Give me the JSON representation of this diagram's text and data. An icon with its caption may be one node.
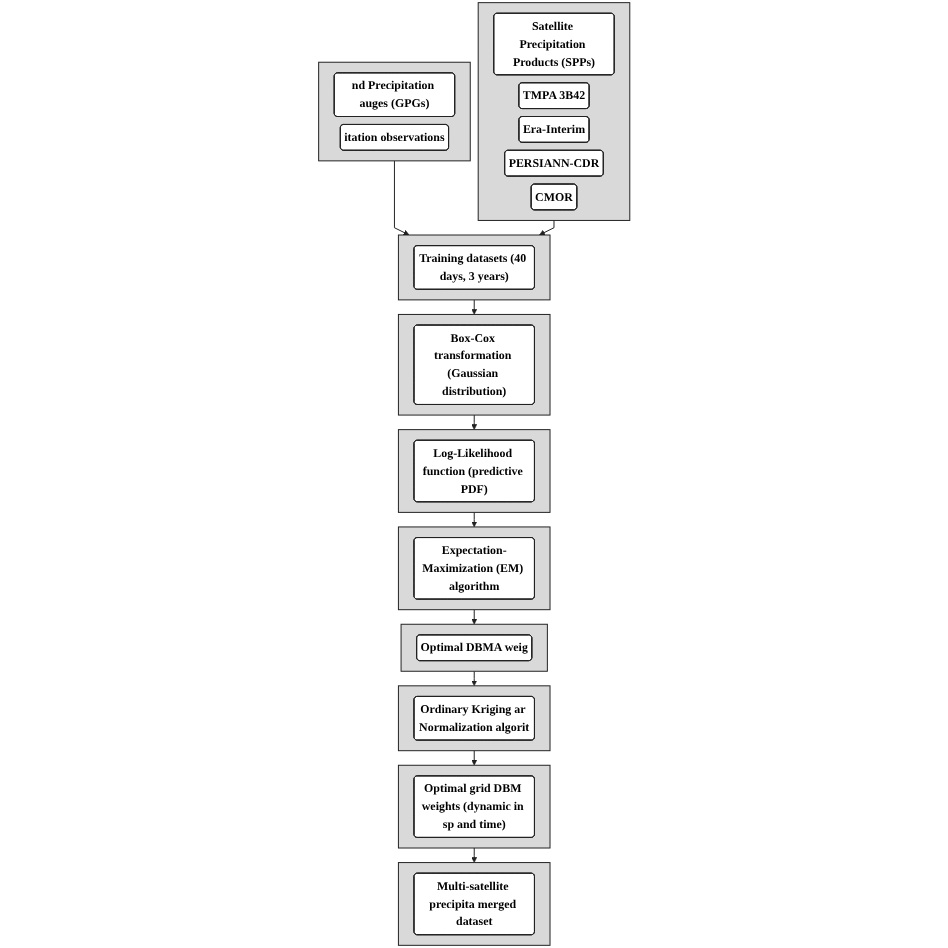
{
  "diagram": {
    "nodes": [
      {
        "text": [],
        "shape": "box"
      },
      {
        "text": [
          "nd Precipitation auges (GPGs)"
        ],
        "in": 0
      },
      {
        "text": [
          "itation observations"
        ],
        "in": 0
      },
      {
        "text": [],
        "shape": "box"
      },
      {
        "text": [
          "Satellite Precipitation Products (SPPs)"
        ],
        "in": 3
      },
      {
        "text": [
          "TMPA 3B42"
        ],
        "in": 3
      },
      {
        "text": [
          "Era-Interim"
        ],
        "in": 3
      },
      {
        "text": [
          "PERSIANN-CDR"
        ],
        "in": 3
      },
      {
        "text": [
          "CMOR"
        ],
        "in": 3
      },
      {
        "text": [],
        "shape": "box"
      },
      {
        "text": [
          "Training datasets (40 days, 3 years)"
        ],
        "in": 9
      },
      {
        "text": [],
        "shape": "box"
      },
      {
        "text": [
          "Box-Cox transformation (Gaussian distribution)"
        ],
        "in": 11
      },
      {
        "text": [],
        "shape": "box"
      },
      {
        "text": [
          "Log-Likelihood function (predictive PDF)"
        ],
        "in": 13
      },
      {
        "text": [],
        "shape": "box"
      },
      {
        "text": [
          "Expectation-Maximization (EM) algorithm"
        ],
        "in": 15
      },
      {
        "text": [],
        "shape": "box"
      },
      {
        "text": [
          "Optimal DBMA weig"
        ],
        "in": 17
      },
      {
        "text": [],
        "shape": "box"
      },
      {
        "text": [
          "Ordinary Kriging ar Normalization algorit"
        ],
        "in": 19
      },
      {
        "text": [],
        "shape": "box"
      },
      {
        "text": [
          "Optimal grid DBM weights (dynamic in sp and time)"
        ],
        "in": 21
      },
      {
        "text": [],
        "shape": "box"
      },
      {
        "text": [
          "Multi-satellite precipita merged dataset"
        ],
        "in": 23
      }
    ],
    "edges": [
      {
        "from": 0,
        "to": 9,
        "arrow": "to"
      },
      {
        "from": 3,
        "to": 9,
        "arrow": "to"
      },
      {
        "from": 9,
        "to": 11,
        "arrow": "to"
      },
      {
        "from": 11,
        "to": 13,
        "arrow": "to"
      },
      {
        "from": 13,
        "to": 15,
        "arrow": "to"
      },
      {
        "from": 15,
        "to": 17,
        "arrow": "to"
      },
      {
        "from": 17,
        "to": 19,
        "arrow": "to"
      },
      {
        "from": 19,
        "to": 21,
        "arrow": "to"
      },
      {
        "from": 21,
        "to": 23,
        "arrow": "to"
      }
    ]
  }
}
